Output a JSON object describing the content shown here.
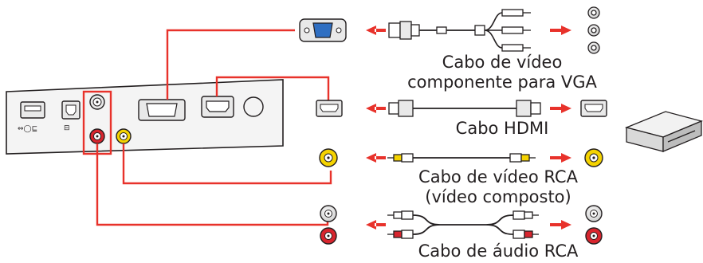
{
  "labels": {
    "vga_line1": "Cabo de vídeo",
    "vga_line2": "componente para VGA",
    "hdmi": "Cabo HDMI",
    "rca_video_line1": "Cabo de vídeo RCA",
    "rca_video_line2": "(vídeo composto)",
    "rca_audio": "Cabo de áudio RCA"
  },
  "colors": {
    "arrow_red": "#e8322b",
    "outline": "#231f20",
    "port_fill": "#e9e9e9",
    "vga_blue": "#2f6fc2",
    "rca_yellow": "#f5d300",
    "rca_red": "#d8252e"
  },
  "icons": [
    "projector-back-panel",
    "vga-port",
    "hdmi-port",
    "rca-jack",
    "usb-port",
    "dvd-player",
    "arrow-left",
    "arrow-right"
  ]
}
